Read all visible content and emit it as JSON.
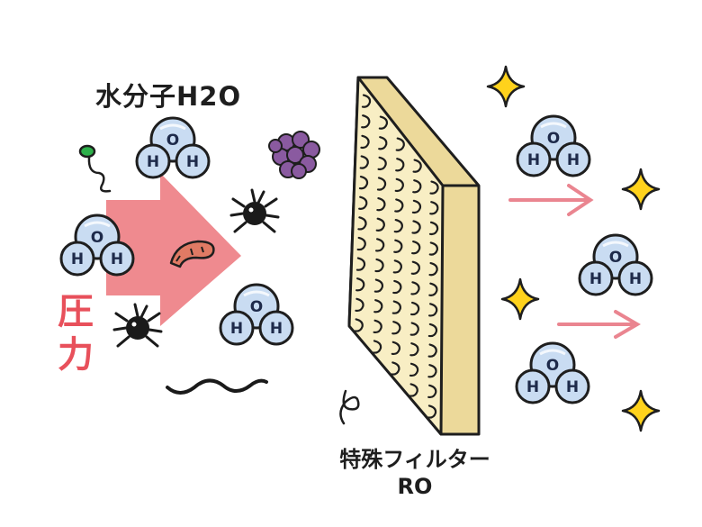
{
  "title": "水分子H2O",
  "pressure": {
    "chars": [
      "圧",
      "力"
    ]
  },
  "filter": {
    "label": "特殊フィルター",
    "sub": "RO"
  },
  "molecule": {
    "o": "O",
    "h": "H"
  },
  "colors": {
    "arrow": "#ef8a8f",
    "pressure_text": "#e8505b",
    "molecule_fill": "#c9dcf2",
    "filter_front": "#f8eec4",
    "filter_side": "#ecd99a",
    "sparkle": "#ffd21c",
    "small_arrows": "#ea8590",
    "grape": "#8a5aa0",
    "bacteria": "#e07a64",
    "virus": "#1a1a1a",
    "seed": "#2db04a"
  },
  "icons": [
    "pressure-arrow-icon",
    "water-molecule-icon",
    "virus-icon",
    "bacteria-icon",
    "grape-cluster-icon",
    "seed-sprout-icon",
    "squiggle-icon",
    "sparkle-icon",
    "flow-arrow-icon",
    "ro-filter-icon"
  ]
}
